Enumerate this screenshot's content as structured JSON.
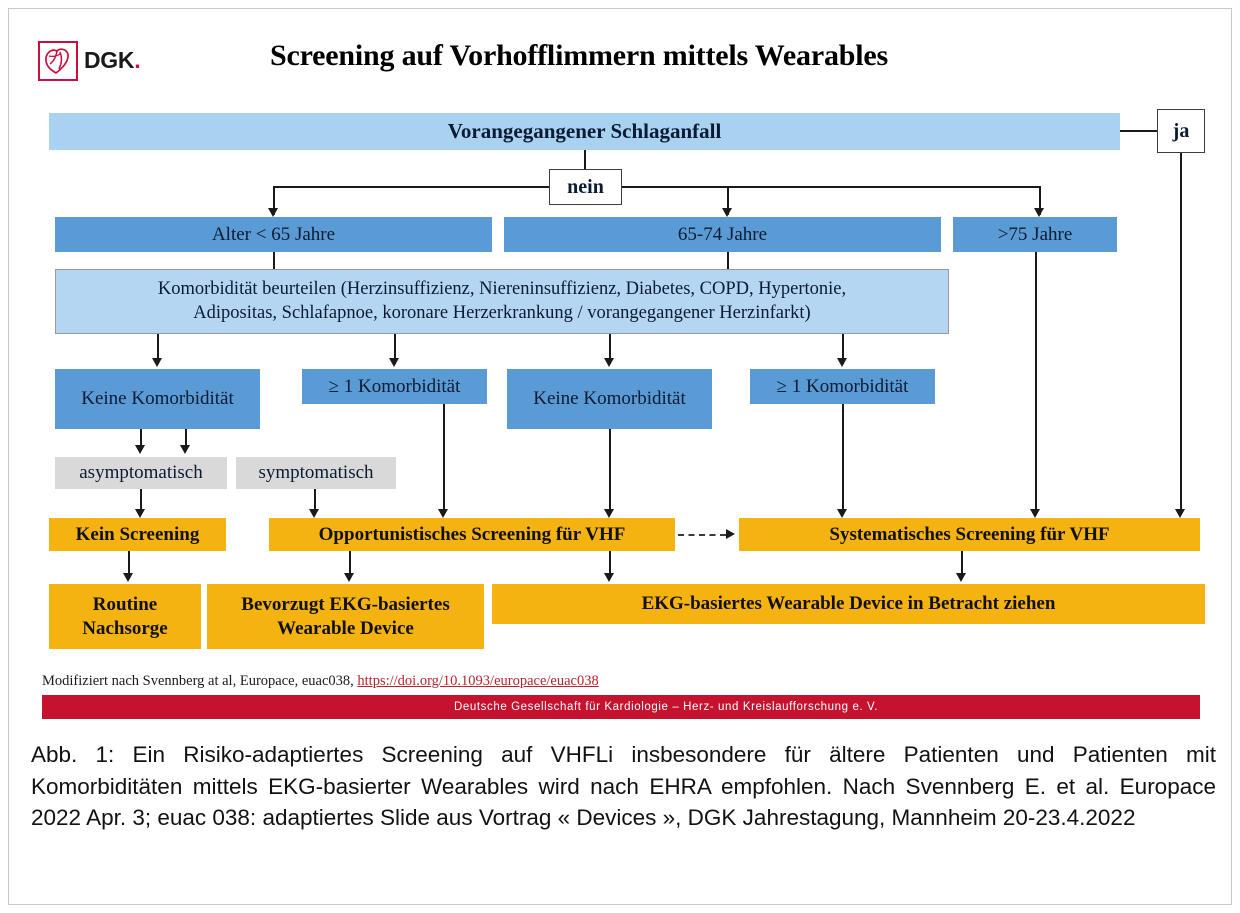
{
  "logo": {
    "brand": "DGK",
    "dot": ".",
    "mark": "heart-icon"
  },
  "title": "Screening auf Vorhofflimmern mittels Wearables",
  "flow": {
    "root": "Vorangegangener Schlaganfall",
    "decision_yes": "ja",
    "decision_no": "nein",
    "age_groups": [
      "Alter < 65 Jahre",
      "65-74 Jahre",
      ">75 Jahre"
    ],
    "comorbidity_assess_line1": "Komorbidität beurteilen (Herzinsuffizienz, Niereninsuffizienz, Diabetes, COPD, Hypertonie,",
    "comorbidity_assess_line2": "Adipositas, Schlafapnoe, koronare Herzerkrankung / vorangegangener Herzinfarkt)",
    "comorbidity_boxes": [
      "Keine Komorbidität",
      "≥ 1 Komorbidität",
      "Keine Komorbidität",
      "≥ 1 Komorbidität"
    ],
    "symptom_boxes": [
      "asymptomatisch",
      "symptomatisch"
    ],
    "screening": [
      "Kein Screening",
      "Opportunistisches Screening für VHF",
      "Systematisches Screening für VHF"
    ],
    "actions": [
      "Routine Nachsorge",
      "Bevorzugt EKG-basiertes Wearable Device",
      "EKG-basiertes Wearable Device in Betracht ziehen"
    ]
  },
  "footer": {
    "citation_prefix": "Modifiziert nach Svennberg at al, Europace, euac038, ",
    "citation_link": "https://doi.org/10.1093/europace/euac038",
    "redbar": "Deutsche Gesellschaft für Kardiologie – Herz- und Kreislaufforschung e. V."
  },
  "caption": "Abb. 1: Ein Risiko-adaptiertes Screening auf VHFLi insbesondere für ältere Patienten und Patienten mit Komorbiditäten mittels EKG-basierter Wearables wird nach EHRA empfohlen. Nach Svennberg E. et al. Europace 2022 Apr. 3; euac 038:  adaptiertes Slide aus Vortrag « Devices », DGK Jahrestagung, Mannheim 20-23.4.2022",
  "colors": {
    "light_blue": "#a9d2f0",
    "mid_blue": "#5b9bd5",
    "comorbidity_blue": "#b4d6f2",
    "gray": "#d9d9d9",
    "orange": "#f5b311",
    "brand_red": "#c4122f",
    "link_red": "#b8232f"
  }
}
